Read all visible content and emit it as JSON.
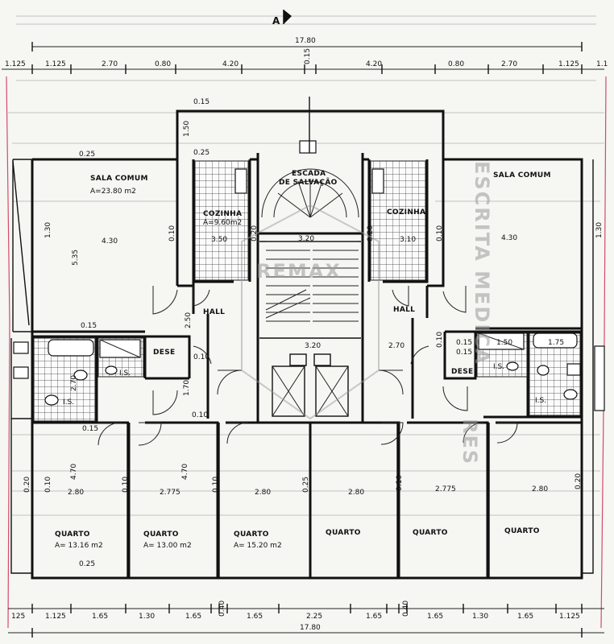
{
  "section_marker": "A",
  "top_dims": {
    "overall": "17.80",
    "segments": [
      "1.125",
      "1.125",
      "2.70",
      "0.80",
      "4.20",
      "0.15",
      "4.20",
      "0.80",
      "2.70",
      "1.125",
      "1.1"
    ]
  },
  "bottom_dims": {
    "overall": "17.80",
    "segments": [
      "125",
      "1.125",
      "1.65",
      "1.30",
      "1.65",
      "0.40",
      "1.65",
      "2.25",
      "1.65",
      "0.40",
      "1.65",
      "1.30",
      "1.65",
      "1.125"
    ]
  },
  "rooms": {
    "sala_left": {
      "name": "SALA COMUM",
      "area": "A=23.80 m2"
    },
    "sala_right": {
      "name": "SALA COMUM"
    },
    "cozinha_left": {
      "name": "COZINHA",
      "area": "A=9.60m2"
    },
    "cozinha_right": {
      "name": "COZINHA"
    },
    "escada": {
      "line1": "ESCADA",
      "line2": "DE SALVAÇÃO"
    },
    "hall_left": {
      "name": "HALL"
    },
    "hall_right": {
      "name": "HALL"
    },
    "dese_left": {
      "name": "DESE"
    },
    "dese_right": {
      "name": "DESE"
    },
    "is_labels": [
      "I.S.",
      "I.S.",
      "I.S.",
      "I.S."
    ],
    "quartos": [
      {
        "name": "QUARTO",
        "area": "A= 13.16 m2"
      },
      {
        "name": "QUARTO",
        "area": "A= 13.00 m2"
      },
      {
        "name": "QUARTO",
        "area": "A= 15.20 m2"
      },
      {
        "name": "QUARTO",
        "area": ""
      },
      {
        "name": "QUARTO",
        "area": ""
      },
      {
        "name": "QUARTO",
        "area": ""
      }
    ]
  },
  "inner_dims": {
    "d_015_top": "0.15",
    "d_150": "1.50",
    "d_025_a": "0.25",
    "d_025_b": "0.25",
    "d_430_left": "4.30",
    "d_430_right": "4.30",
    "d_535": "5.35",
    "d_010_a": "0.10",
    "d_350": "3.50",
    "d_320_top": "3.20",
    "d_020_stair_l": "0.20",
    "d_020_stair_r": "0.20",
    "d_310": "3.10",
    "d_010_b": "0.10",
    "d_015_mid_l": "0.15",
    "d_250": "2.50",
    "d_010_c": "0.10",
    "d_320_mid": "3.20",
    "d_270_mid": "2.70",
    "d_010_d": "0.10",
    "d_015_bath_a": "0.15",
    "d_015_bath_b": "0.15",
    "d_150_bath": "1.50",
    "d_175": "1.75",
    "d_270_bath": "2.70",
    "d_170": "1.70",
    "d_010_e": "0.10",
    "d_015_low": "0.15",
    "d_470_a": "4.70",
    "d_470_b": "4.70",
    "d_280_a": "2.80",
    "d_2775_a": "2.775",
    "d_280_b": "2.80",
    "d_280_c": "2.80",
    "d_2775_b": "2.775",
    "d_280_d": "2.80",
    "d_020_q1": "0.20",
    "d_010_q1": "0.10",
    "d_010_q2": "0.10",
    "d_025_q": "0.25",
    "d_010_q3": "0.10",
    "d_020_q4": "0.20",
    "d_025_bottom": "0.25",
    "d_130_right": "1.30",
    "d_130_left": "1.30"
  },
  "watermark": {
    "logo": "REMAX",
    "vertical_1": "ESCRITA MEDICA",
    "vertical_2": "RES"
  }
}
